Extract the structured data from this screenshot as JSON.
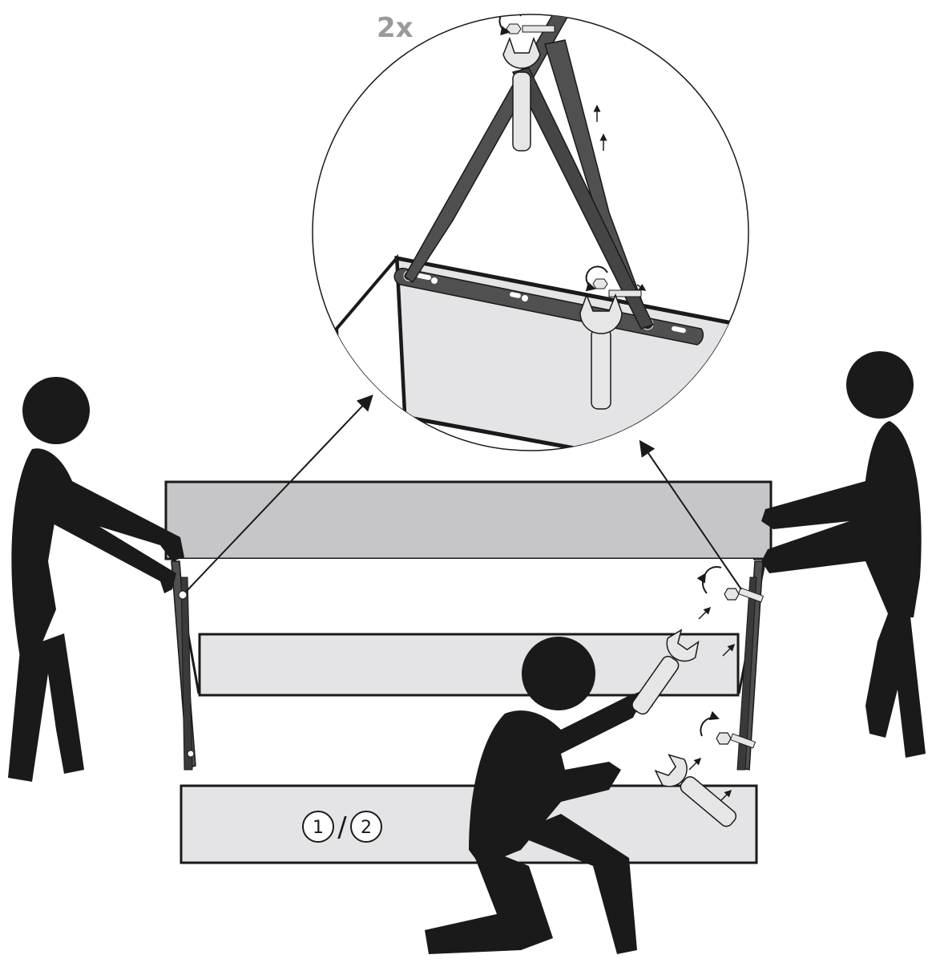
{
  "multiplier_label": "2x",
  "steps": {
    "first": "1",
    "separator": "/",
    "second": "2"
  },
  "colors": {
    "outline": "#1a1a1a",
    "panel_dark": "#c6c6c8",
    "panel_light": "#e4e4e6",
    "hardware": "#505050",
    "wrench": "#e6e6e6",
    "label_gray": "#9a9a9a"
  },
  "icons": [
    "person-silhouette",
    "wrench-icon",
    "bolt-icon",
    "nut-icon",
    "rotate-arrow-icon",
    "detail-magnifier-circle"
  ]
}
